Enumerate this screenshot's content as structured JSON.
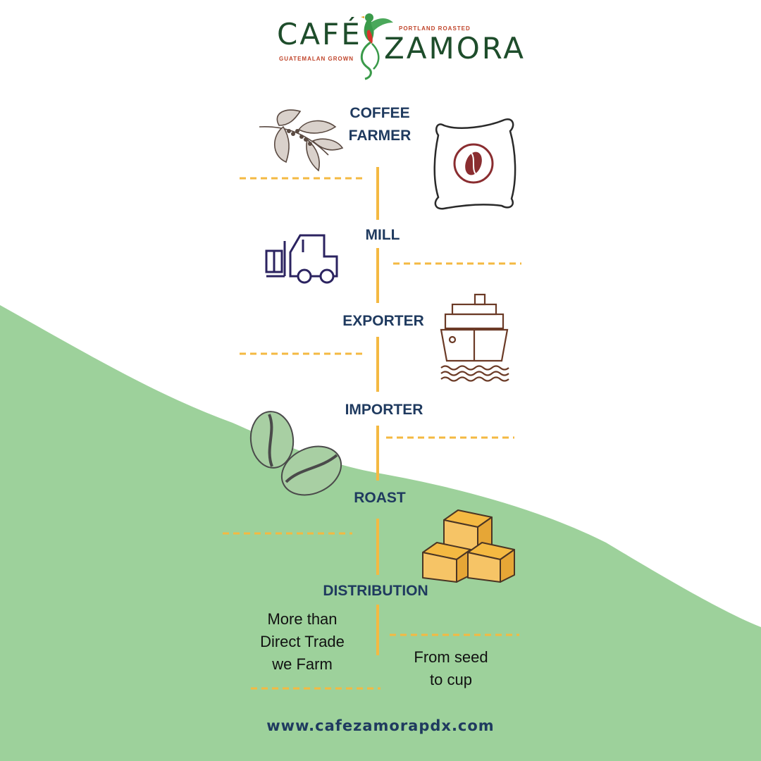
{
  "brand": {
    "left_word": "CAFÉ",
    "right_word": "ZAMORA",
    "tagline_top": "PORTLAND ROASTED",
    "tagline_bottom": "GUATEMALAN GROWN",
    "bird_icon": "quetzal-bird-icon"
  },
  "colors": {
    "green_bg": "#9dd19b",
    "accent_orange": "#f4b942",
    "heading_navy": "#1f3a5f",
    "brand_green": "#1e4d2b",
    "brand_red": "#c0452b"
  },
  "steps": [
    {
      "line1": "COFFEE",
      "line2": "FARMER",
      "icon": "coffee-branch-icon"
    },
    {
      "label": "MILL",
      "icon": "forklift-icon"
    },
    {
      "label": "EXPORTER",
      "icon": "cargo-ship-icon"
    },
    {
      "label": "IMPORTER",
      "icon": "coffee-beans-icon"
    },
    {
      "label": "ROAST",
      "icon": "boxes-icon"
    },
    {
      "label": "DISTRIBUTION"
    }
  ],
  "sack_icon": "coffee-sack-icon",
  "notes": {
    "left": {
      "line1": "More than",
      "line2": "Direct Trade",
      "line3": "we Farm"
    },
    "right": {
      "line1": "From seed",
      "line2": "to cup"
    }
  },
  "website": "www.cafezamorapdx.com"
}
